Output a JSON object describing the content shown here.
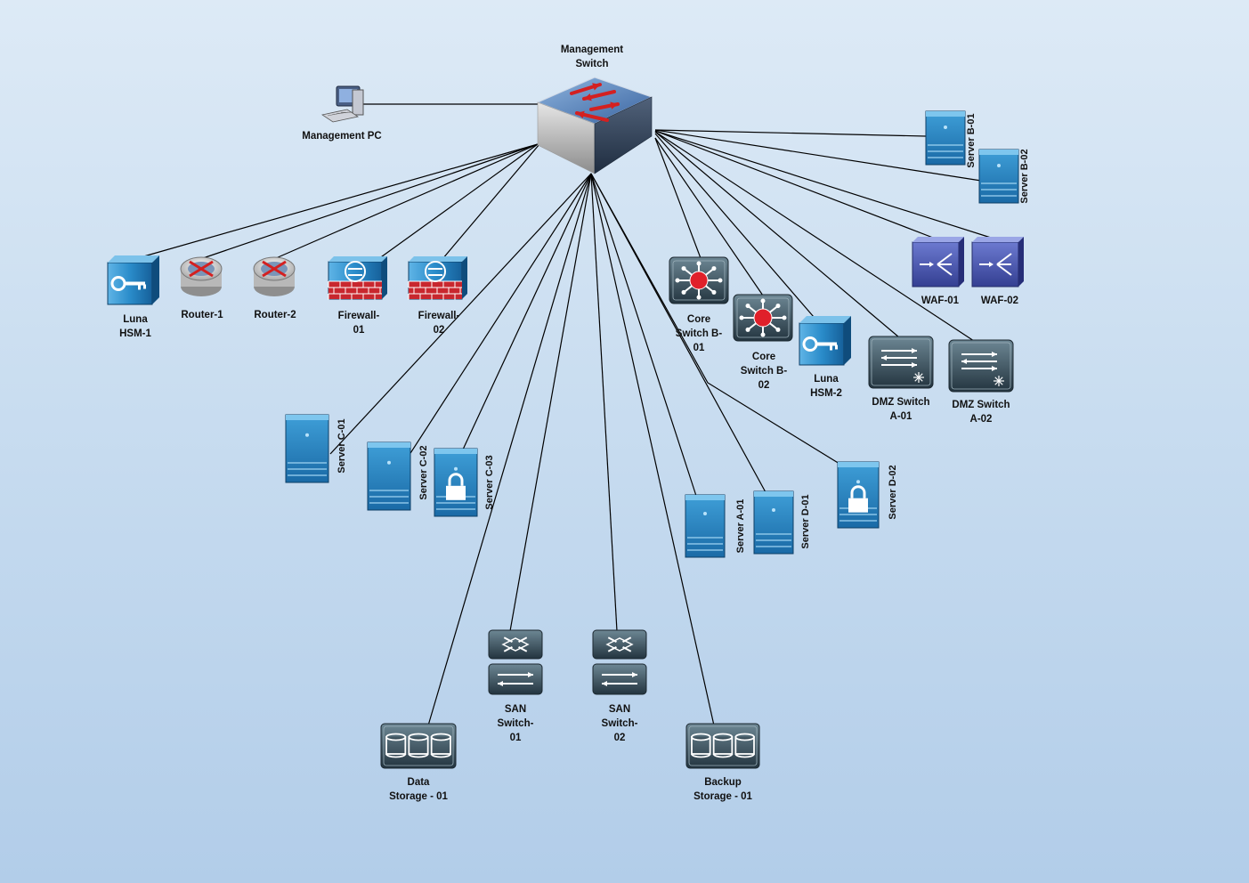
{
  "diagram": {
    "hub": {
      "id": "mgmt-switch",
      "label": [
        "Management",
        "Switch"
      ]
    },
    "nodes": [
      {
        "id": "mgmt-pc",
        "type": "pc",
        "label": [
          "Management PC"
        ]
      },
      {
        "id": "luna-hsm-1",
        "type": "hsm",
        "label": [
          "Luna",
          "HSM-1"
        ]
      },
      {
        "id": "router-1",
        "type": "router",
        "label": [
          "Router-1"
        ]
      },
      {
        "id": "router-2",
        "type": "router",
        "label": [
          "Router-2"
        ]
      },
      {
        "id": "firewall-01",
        "type": "firewall",
        "label": [
          "Firewall-",
          "01"
        ]
      },
      {
        "id": "firewall-02",
        "type": "firewall",
        "label": [
          "Firewall-",
          "02"
        ]
      },
      {
        "id": "core-switch-b-01",
        "type": "core-switch",
        "label": [
          "Core",
          "Switch B-",
          "01"
        ]
      },
      {
        "id": "core-switch-b-02",
        "type": "core-switch",
        "label": [
          "Core",
          "Switch B-",
          "02"
        ]
      },
      {
        "id": "luna-hsm-2",
        "type": "hsm",
        "label": [
          "Luna",
          "HSM-2"
        ]
      },
      {
        "id": "dmz-switch-a-01",
        "type": "dmz-switch",
        "label": [
          "DMZ Switch",
          "A-01"
        ]
      },
      {
        "id": "dmz-switch-a-02",
        "type": "dmz-switch",
        "label": [
          "DMZ Switch",
          "A-02"
        ]
      },
      {
        "id": "waf-01",
        "type": "waf",
        "label": [
          "WAF-01"
        ]
      },
      {
        "id": "waf-02",
        "type": "waf",
        "label": [
          "WAF-02"
        ]
      },
      {
        "id": "server-b-01",
        "type": "server",
        "label": [
          "Server B-01"
        ]
      },
      {
        "id": "server-b-02",
        "type": "server",
        "label": [
          "Server B-02"
        ]
      },
      {
        "id": "server-c-01",
        "type": "server",
        "label": [
          "Server C-01"
        ]
      },
      {
        "id": "server-c-02",
        "type": "server",
        "label": [
          "Server C-02"
        ]
      },
      {
        "id": "server-c-03",
        "type": "server-secure",
        "label": [
          "Server C-03"
        ]
      },
      {
        "id": "server-a-01",
        "type": "server",
        "label": [
          "Server A-01"
        ]
      },
      {
        "id": "server-d-01",
        "type": "server",
        "label": [
          "Server D-01"
        ]
      },
      {
        "id": "server-d-02",
        "type": "server-secure",
        "label": [
          "Server D-02"
        ]
      },
      {
        "id": "san-switch-01",
        "type": "san-switch",
        "label": [
          "SAN",
          "Switch-",
          "01"
        ]
      },
      {
        "id": "san-switch-02",
        "type": "san-switch",
        "label": [
          "SAN",
          "Switch-",
          "02"
        ]
      },
      {
        "id": "data-storage-01",
        "type": "storage",
        "label": [
          "Data",
          "Storage - 01"
        ]
      },
      {
        "id": "backup-storage-01",
        "type": "storage",
        "label": [
          "Backup",
          "Storage - 01"
        ]
      }
    ],
    "links": [
      [
        "mgmt-switch",
        "mgmt-pc"
      ],
      [
        "mgmt-switch",
        "luna-hsm-1"
      ],
      [
        "mgmt-switch",
        "router-1"
      ],
      [
        "mgmt-switch",
        "router-2"
      ],
      [
        "mgmt-switch",
        "firewall-01"
      ],
      [
        "mgmt-switch",
        "firewall-02"
      ],
      [
        "mgmt-switch",
        "core-switch-b-01"
      ],
      [
        "mgmt-switch",
        "core-switch-b-02"
      ],
      [
        "mgmt-switch",
        "luna-hsm-2"
      ],
      [
        "mgmt-switch",
        "dmz-switch-a-01"
      ],
      [
        "mgmt-switch",
        "dmz-switch-a-02"
      ],
      [
        "mgmt-switch",
        "waf-01"
      ],
      [
        "mgmt-switch",
        "waf-02"
      ],
      [
        "mgmt-switch",
        "server-b-01"
      ],
      [
        "mgmt-switch",
        "server-b-02"
      ],
      [
        "mgmt-switch",
        "server-c-01"
      ],
      [
        "mgmt-switch",
        "server-c-02"
      ],
      [
        "mgmt-switch",
        "server-c-03"
      ],
      [
        "mgmt-switch",
        "server-a-01"
      ],
      [
        "mgmt-switch",
        "server-d-01"
      ],
      [
        "mgmt-switch",
        "server-d-02"
      ],
      [
        "mgmt-switch",
        "san-switch-01"
      ],
      [
        "mgmt-switch",
        "san-switch-02"
      ],
      [
        "mgmt-switch",
        "data-storage-01"
      ],
      [
        "mgmt-switch",
        "backup-storage-01"
      ]
    ],
    "colors": {
      "device_blue": "#1f7ab8",
      "device_dark": "#2e4452",
      "firewall_red": "#c8272e",
      "router_red": "#d42020",
      "waf_purple": "#4652a8",
      "link": "#000000"
    }
  }
}
